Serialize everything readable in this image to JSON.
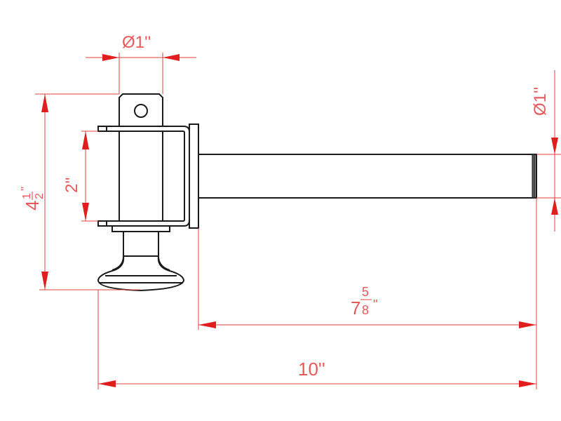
{
  "drawing": {
    "colors": {
      "part": "#1a1a1a",
      "dimension": "#e2403f"
    },
    "dimensions": {
      "pin_diameter": {
        "symbol": "Ø",
        "value": "1''"
      },
      "overall_height": {
        "whole": "4",
        "num": "1",
        "den": "2",
        "unit": "''"
      },
      "bracket_opening": {
        "value": "2''"
      },
      "shaft_diameter": {
        "symbol": "Ø",
        "value": "1''"
      },
      "shaft_length": {
        "whole": "7",
        "num": "5",
        "den": "8",
        "unit": "''"
      },
      "overall_length": {
        "value": "10''"
      }
    }
  }
}
